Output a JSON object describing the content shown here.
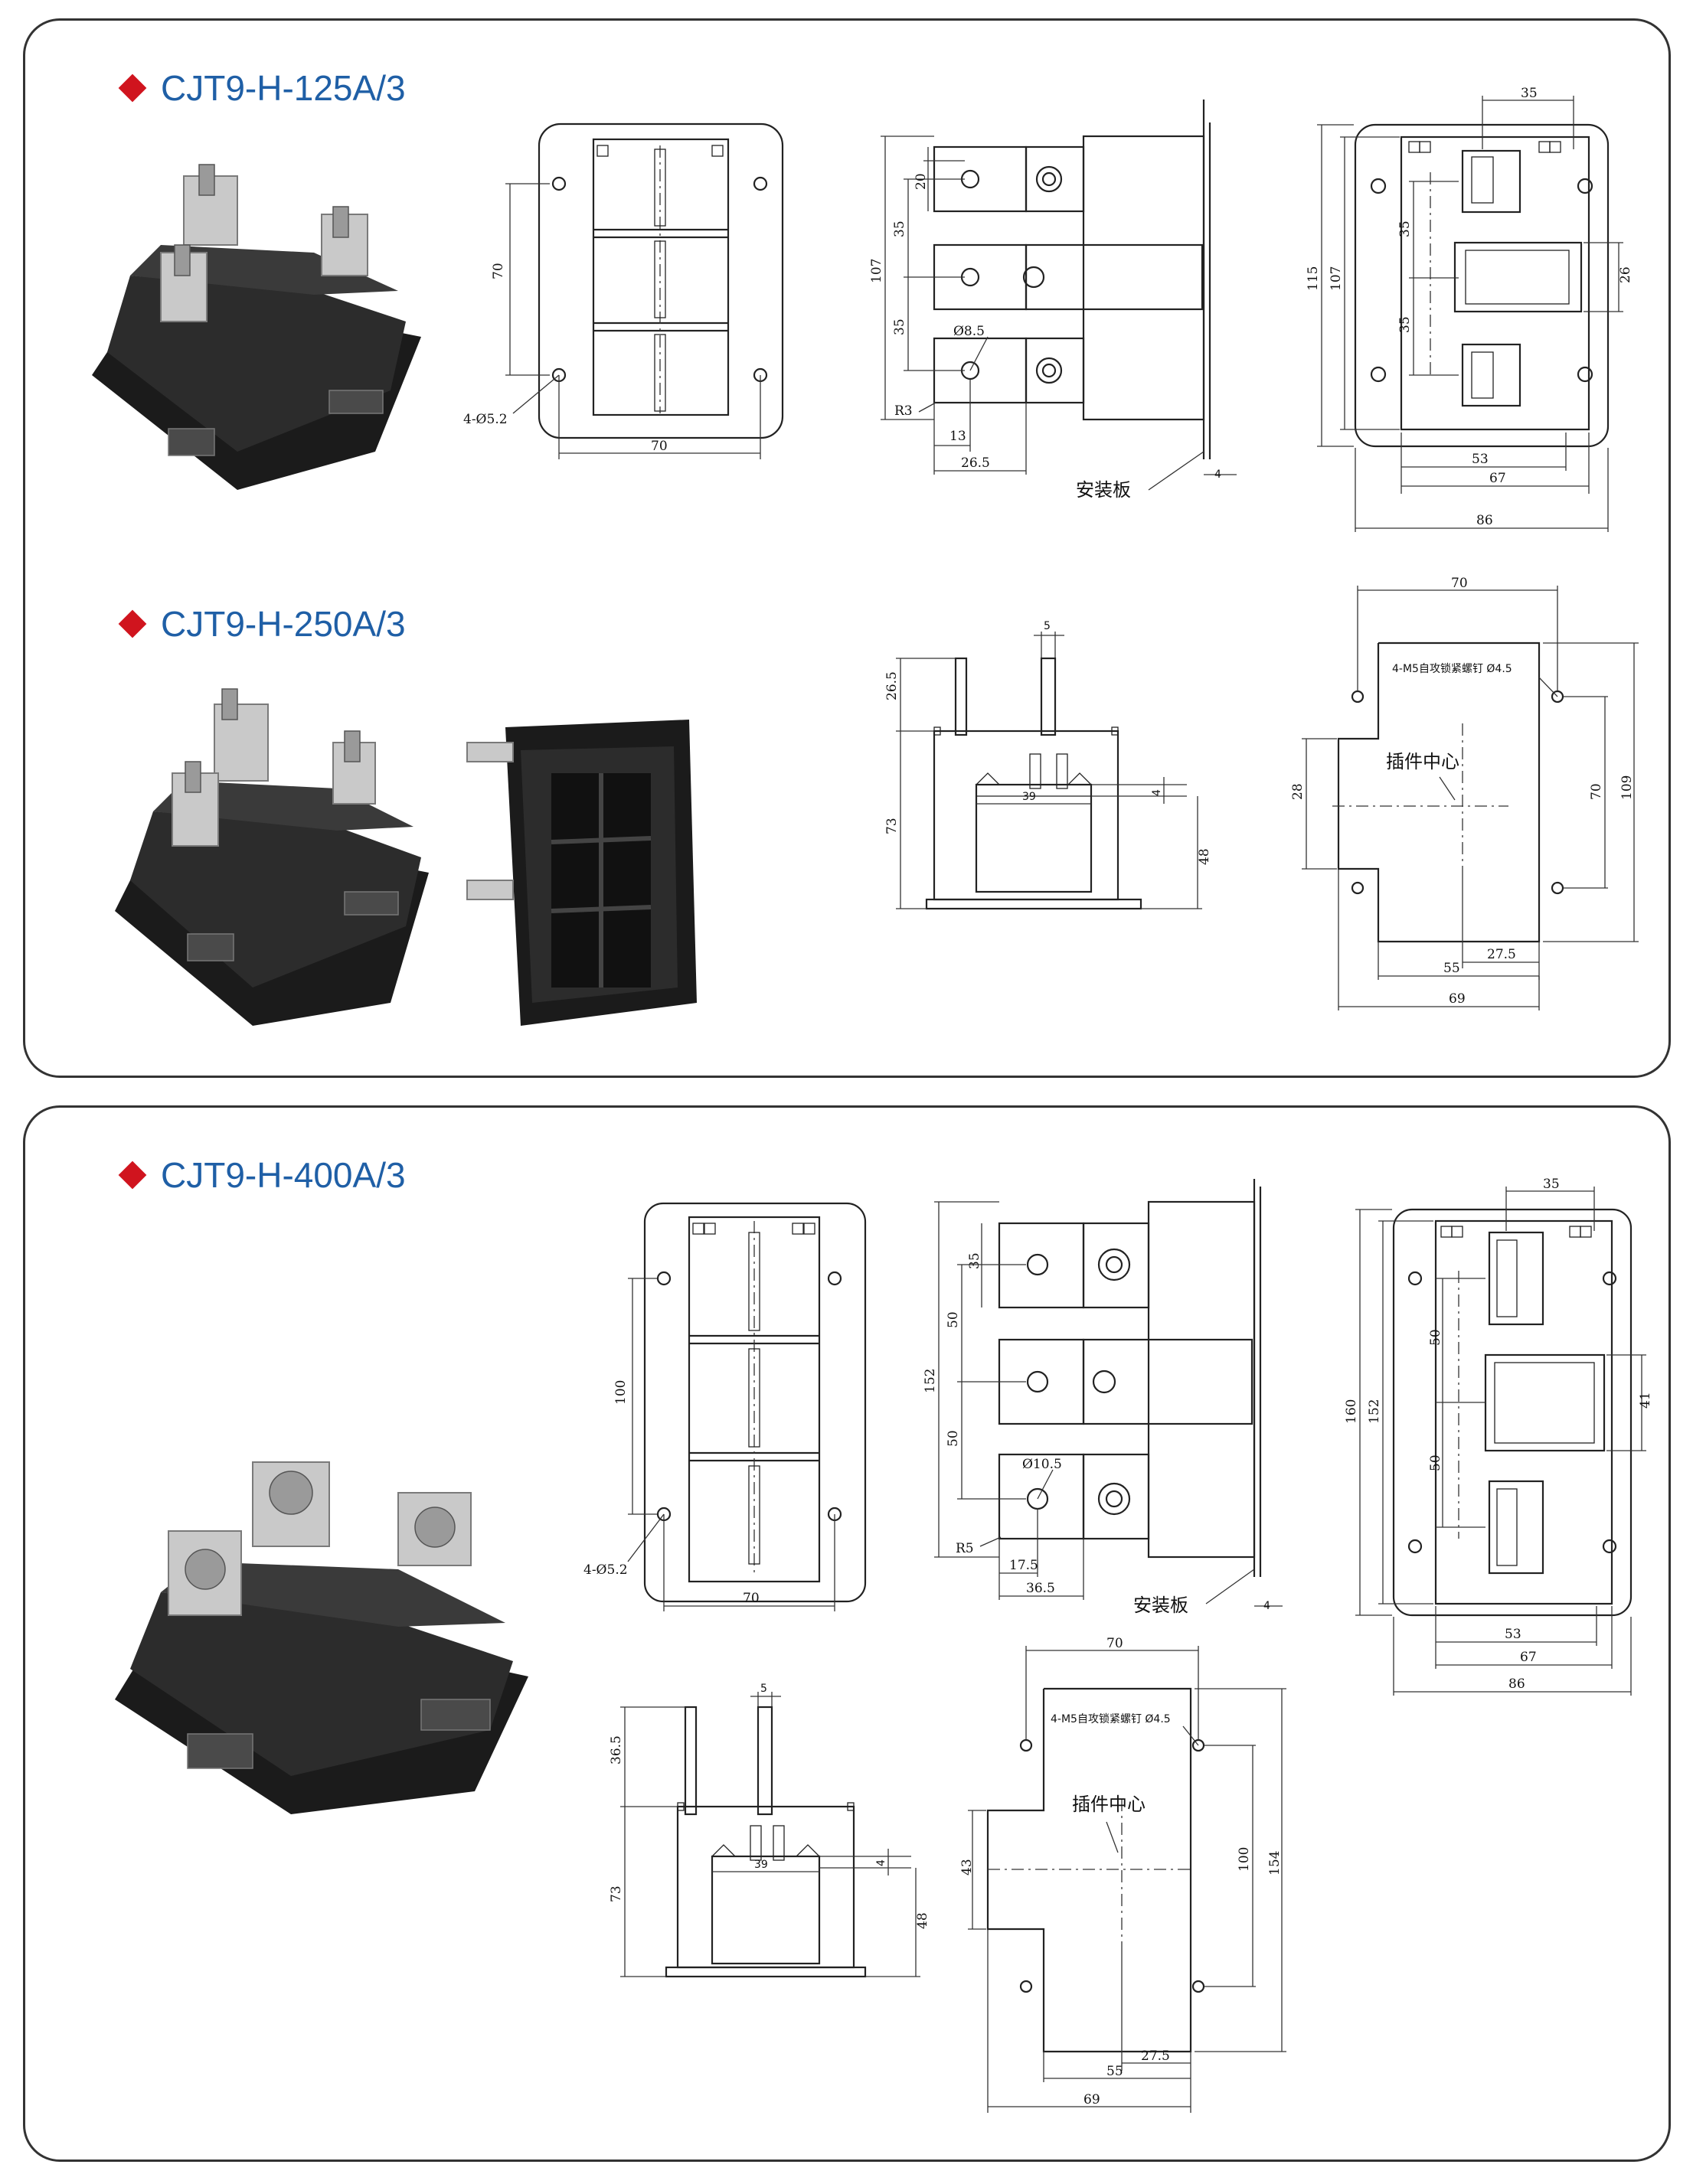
{
  "products": [
    {
      "title": "CJT9-H-125A/3",
      "front_view": {
        "holes": "4-Ø5.2",
        "height": "70",
        "width": "70"
      },
      "side_view": {
        "total": "107",
        "top": "20",
        "pitch1": "35",
        "pitch2": "35",
        "hole": "Ø8.5",
        "radius": "R3",
        "offset1": "13",
        "offset2": "26.5",
        "plate_label": "安装板",
        "plate_thk": "4"
      },
      "rear_view": {
        "top": "35",
        "outer": "115",
        "inner": "107",
        "pitch1": "35",
        "pitch2": "35",
        "slot": "26",
        "w1": "53",
        "w2": "67",
        "w3": "86"
      }
    },
    {
      "title": "CJT9-H-250A/3",
      "socket_side": {
        "width": "5",
        "top": "26.5",
        "body": "73",
        "gap": "4",
        "inner": "39",
        "base": "48"
      },
      "cutout": {
        "width": "70",
        "screws": "4-M5自攻锁紧螺钉 Ø4.5",
        "center_label": "插件中心",
        "left": "28",
        "pitch": "70",
        "height": "109",
        "offset": "27.5",
        "w1": "55",
        "w2": "69"
      }
    },
    {
      "title": "CJT9-H-400A/3",
      "front_view": {
        "holes": "4-Ø5.2",
        "height": "100",
        "width": "70"
      },
      "side_view": {
        "total": "152",
        "top": "35",
        "pitch1": "50",
        "pitch2": "50",
        "hole": "Ø10.5",
        "radius": "R5",
        "offset1": "17.5",
        "offset2": "36.5",
        "plate_label": "安装板",
        "plate_thk": "4"
      },
      "rear_view": {
        "top": "35",
        "outer": "160",
        "inner": "152",
        "pitch1": "50",
        "pitch2": "50",
        "slot": "41",
        "w1": "53",
        "w2": "67",
        "w3": "86"
      },
      "socket_side": {
        "width": "5",
        "top": "36.5",
        "body": "73",
        "gap": "4",
        "inner": "39",
        "base": "48"
      },
      "cutout": {
        "width": "70",
        "screws": "4-M5自攻锁紧螺钉 Ø4.5",
        "center_label": "插件中心",
        "left": "43",
        "pitch": "100",
        "height": "154",
        "offset": "27.5",
        "w1": "55",
        "w2": "69"
      }
    }
  ]
}
